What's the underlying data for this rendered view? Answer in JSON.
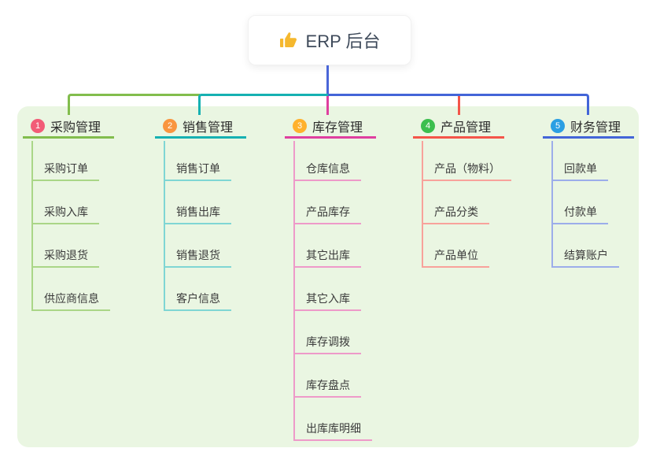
{
  "root": {
    "title": "ERP 后台",
    "icon": "thumbs-up-icon"
  },
  "theme": {
    "panel_bg": "#eaf6e2",
    "root_stem_color": "#4a66d8",
    "root_text_color": "#3e4a5a",
    "title_text_color": "#2b2b2b",
    "item_text_color": "#3b3b3b",
    "thumb_icon_color": "#f5b82e"
  },
  "branches": [
    {
      "number": "1",
      "title": "采购管理",
      "color": "#82bd4d",
      "light_color": "#aad687",
      "badge_color": "#f25c77",
      "items": [
        "采购订单",
        "采购入库",
        "采购退货",
        "供应商信息"
      ]
    },
    {
      "number": "2",
      "title": "销售管理",
      "color": "#16b1b2",
      "light_color": "#7fd6d4",
      "badge_color": "#f9953f",
      "items": [
        "销售订单",
        "销售出库",
        "销售退货",
        "客户信息"
      ]
    },
    {
      "number": "3",
      "title": "库存管理",
      "color": "#df3f9f",
      "light_color": "#ee9ac9",
      "badge_color": "#ffb12d",
      "items": [
        "仓库信息",
        "产品库存",
        "其它出库",
        "其它入库",
        "库存调拨",
        "库存盘点",
        "出库库明细"
      ]
    },
    {
      "number": "4",
      "title": "产品管理",
      "color": "#f45549",
      "light_color": "#f8a29b",
      "badge_color": "#3cbf4f",
      "items": [
        "产品（物料）",
        "产品分类",
        "产品单位"
      ]
    },
    {
      "number": "5",
      "title": "财务管理",
      "color": "#4365d8",
      "light_color": "#9cadea",
      "badge_color": "#2b9fe3",
      "items": [
        "回款单",
        "付款单",
        "结算账户"
      ]
    }
  ]
}
